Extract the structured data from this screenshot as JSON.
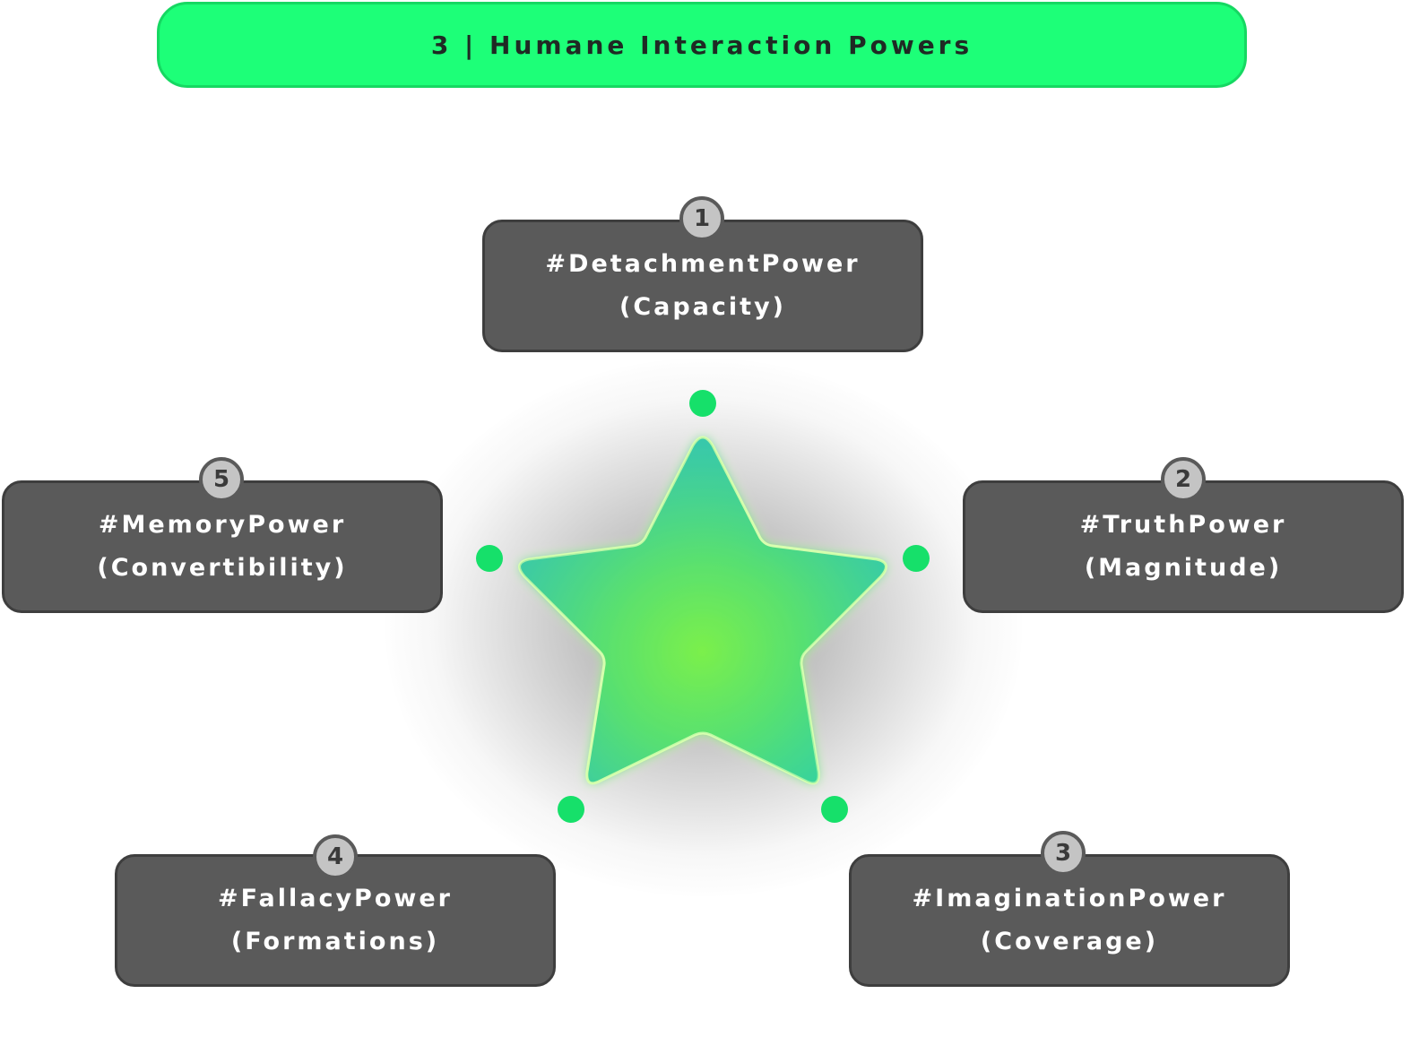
{
  "title": "3 | Humane Interaction Powers",
  "colors": {
    "banner": "#1dff78",
    "card": "#5a5a5a",
    "badge": "#c4c4c4",
    "dot": "#16e06a",
    "star_top": "#2ec4b6",
    "star_center": "#7cf04a"
  },
  "center_icon": "star-icon",
  "powers": [
    {
      "number": "1",
      "name": "#DetachmentPower",
      "attribute": "(Capacity)"
    },
    {
      "number": "2",
      "name": "#TruthPower",
      "attribute": "(Magnitude)"
    },
    {
      "number": "3",
      "name": "#ImaginationPower",
      "attribute": "(Coverage)"
    },
    {
      "number": "4",
      "name": "#FallacyPower",
      "attribute": "(Formations)"
    },
    {
      "number": "5",
      "name": "#MemoryPower",
      "attribute": "(Convertibility)"
    }
  ]
}
